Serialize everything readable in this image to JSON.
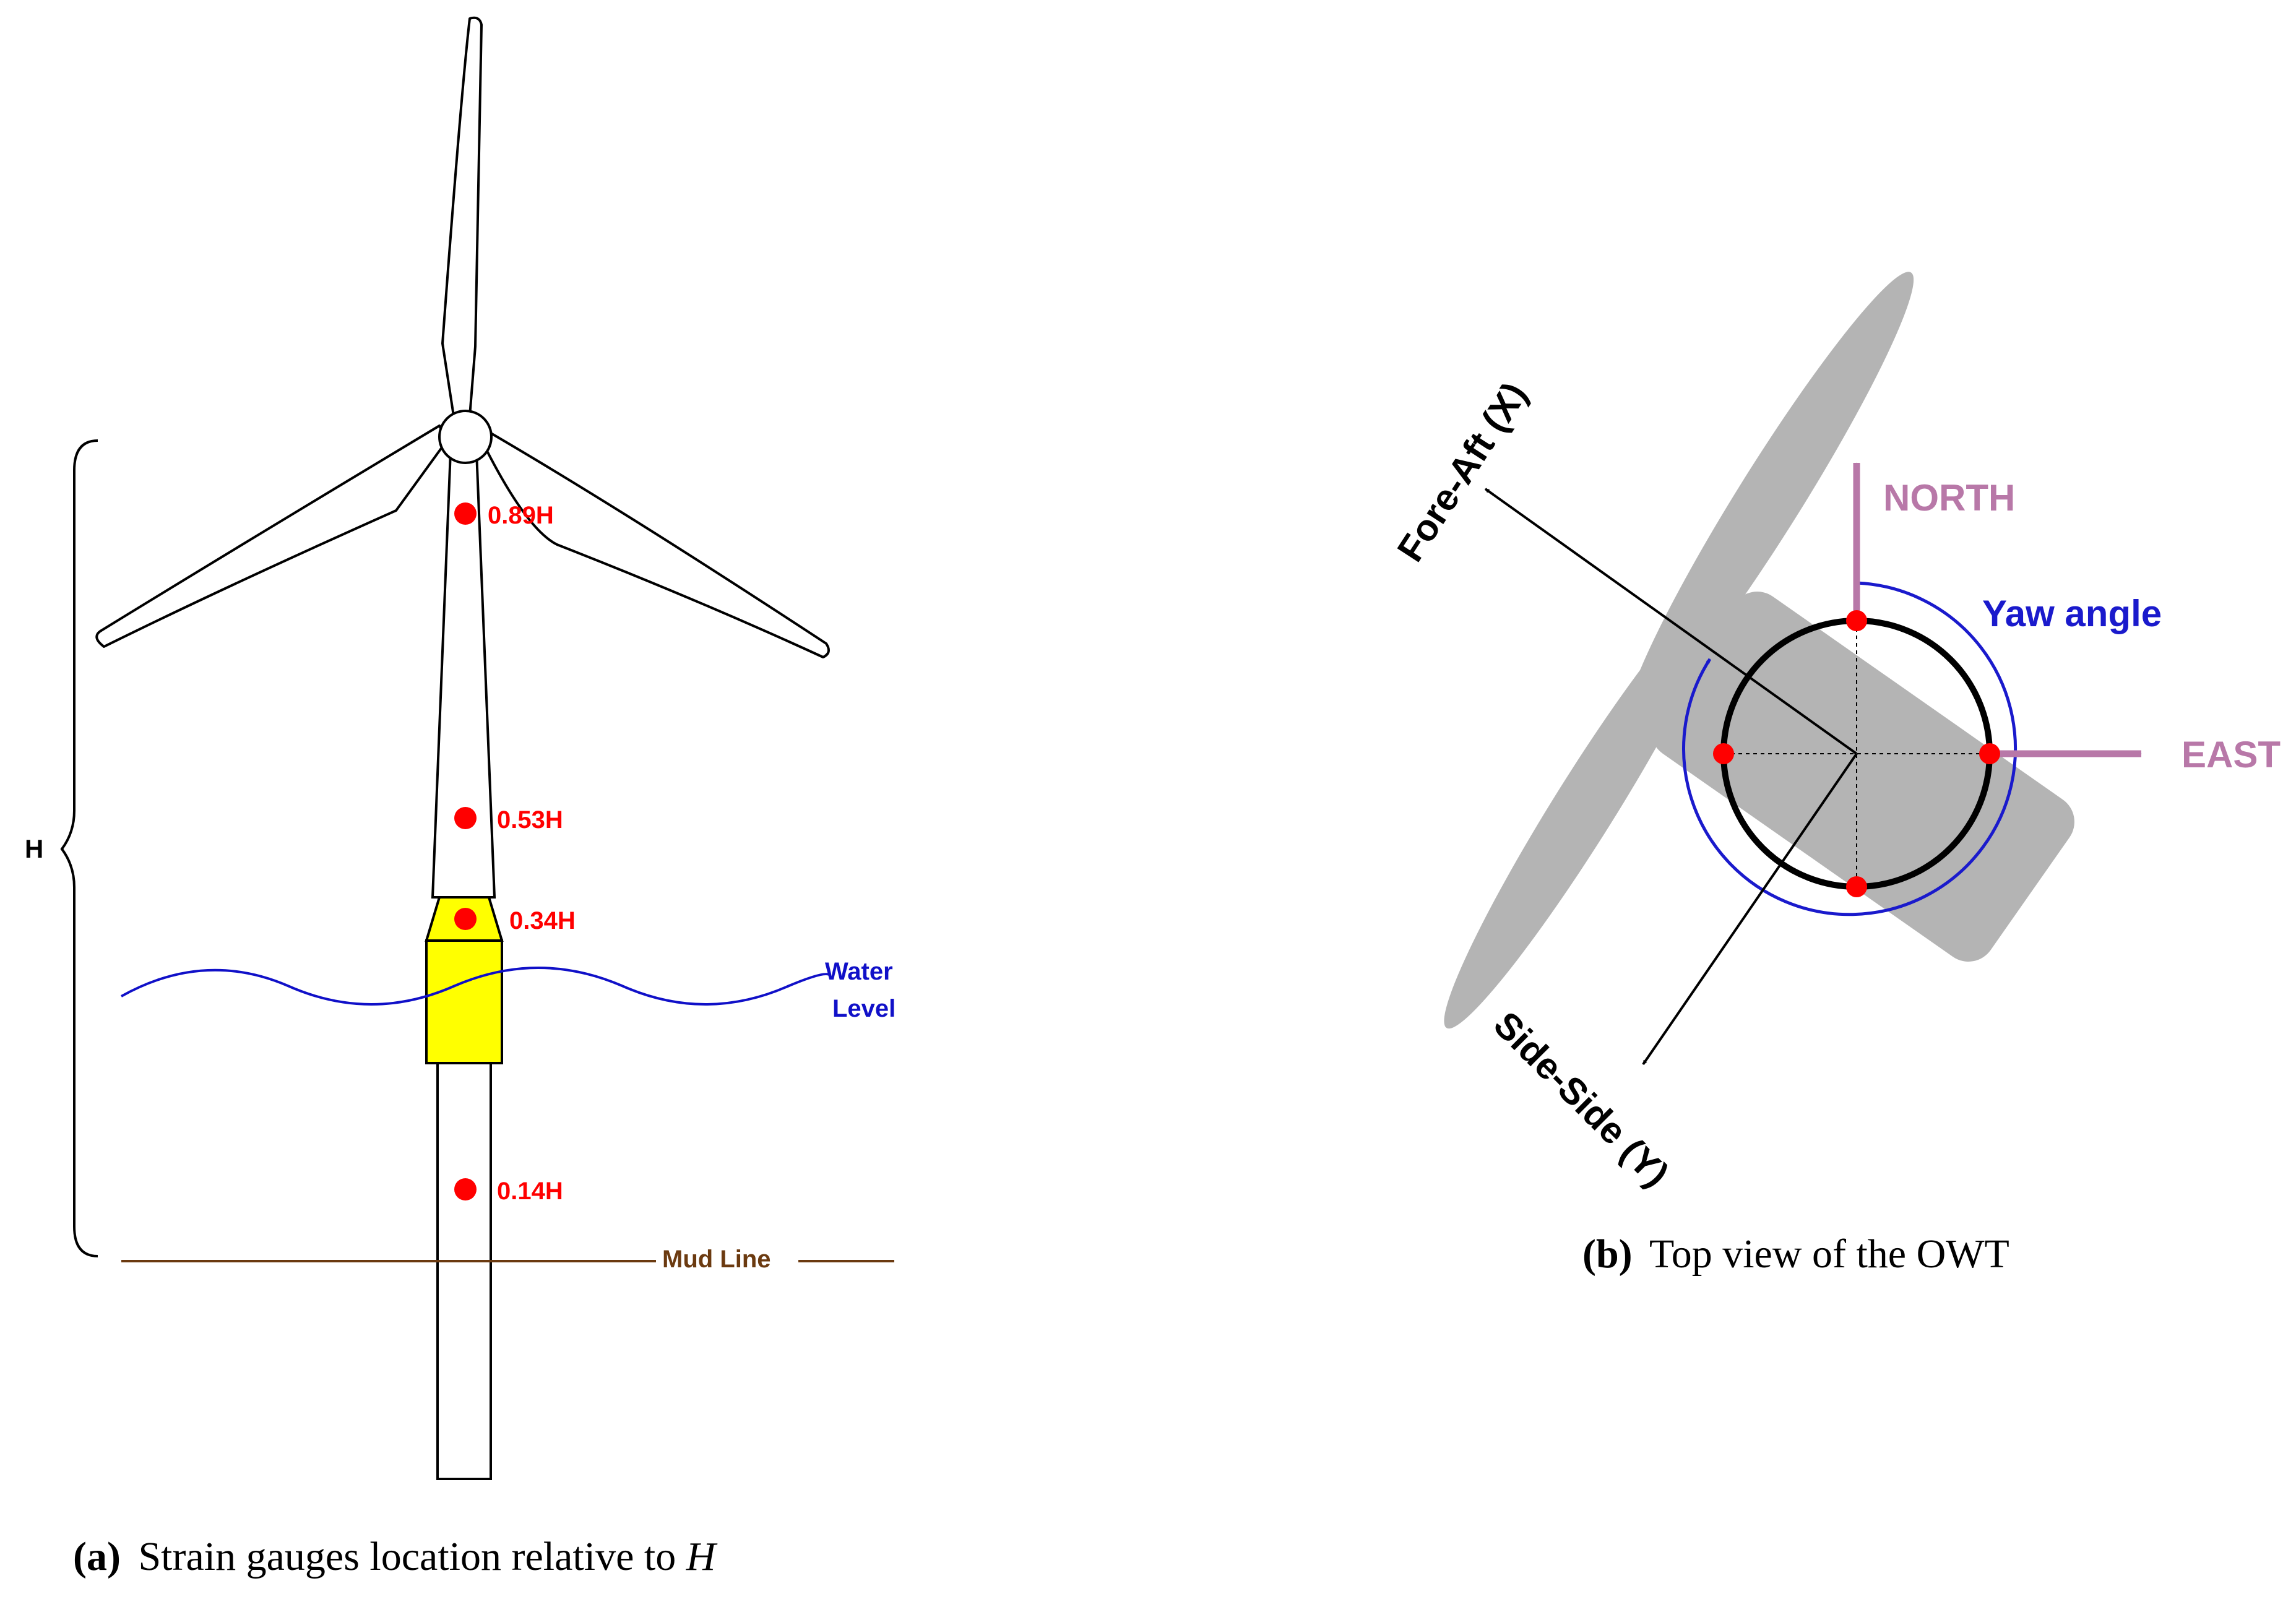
{
  "panel_a": {
    "height_label": "H",
    "gauges": [
      {
        "label": "0.89H"
      },
      {
        "label": "0.53H"
      },
      {
        "label": "0.34H"
      },
      {
        "label": "0.14H"
      }
    ],
    "water_label_line1": "Water",
    "water_label_line2": "Level",
    "mud_label": "Mud Line",
    "caption_tag": "(a)",
    "caption_text": "Strain gauges location relative to ",
    "caption_var": "H"
  },
  "panel_b": {
    "fore_aft_label": "Fore-Aft (X)",
    "side_side_label": "Side-Side (Y)",
    "north_label": "NORTH",
    "east_label": "EAST",
    "yaw_label": "Yaw angle",
    "caption_tag": "(b)",
    "caption_text": "Top view of the OWT"
  },
  "colors": {
    "gauge": "#ff0000",
    "water": "#1010c8",
    "mud": "#6b3a10",
    "transition_piece": "#ffff00",
    "compass": "#b878a8",
    "yaw": "#1a1acc",
    "nacelle": "#b4b4b4"
  }
}
